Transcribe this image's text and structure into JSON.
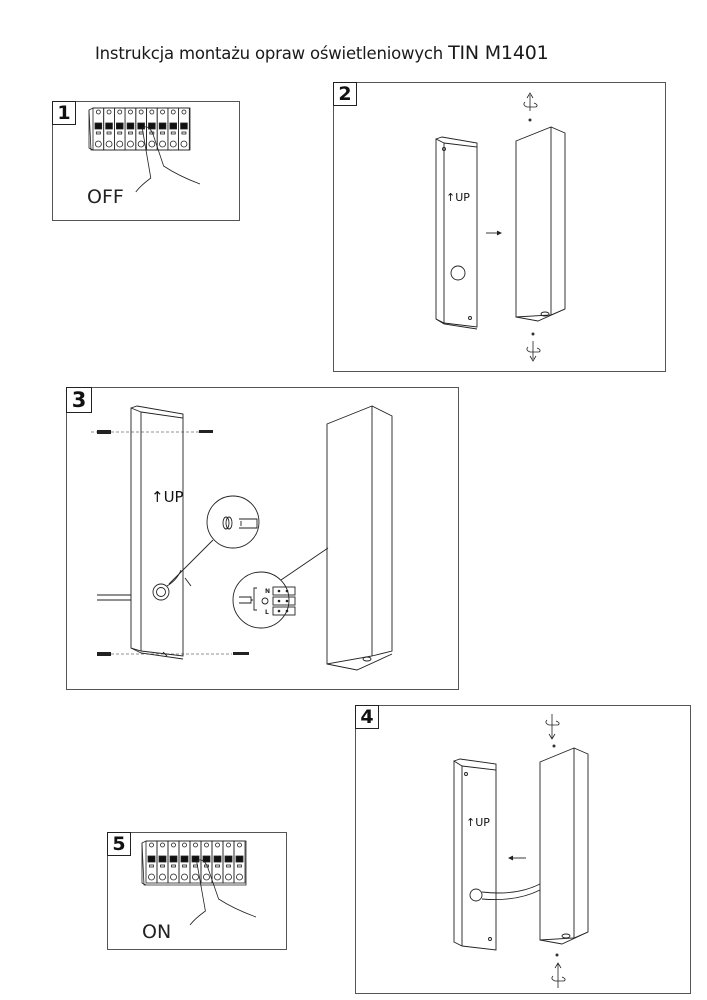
{
  "document": {
    "title_main": "Instrukcja montażu opraw oświetleniowych ",
    "title_model": "TIN M1401"
  },
  "steps": [
    {
      "number": "1",
      "label": "OFF",
      "illustration": "circuit-breaker-off"
    },
    {
      "number": "2",
      "up_label": "UP",
      "illustration": "remove-back-plate"
    },
    {
      "number": "3",
      "up_label": "UP",
      "terminal_labels": [
        "N",
        "⏚",
        "L"
      ],
      "illustration": "mount-and-wire"
    },
    {
      "number": "4",
      "up_label": "UP",
      "illustration": "attach-lamp-body"
    },
    {
      "number": "5",
      "label": "ON",
      "illustration": "circuit-breaker-on"
    }
  ],
  "colors": {
    "line": "#222222",
    "border": "#555555",
    "background": "#ffffff"
  }
}
